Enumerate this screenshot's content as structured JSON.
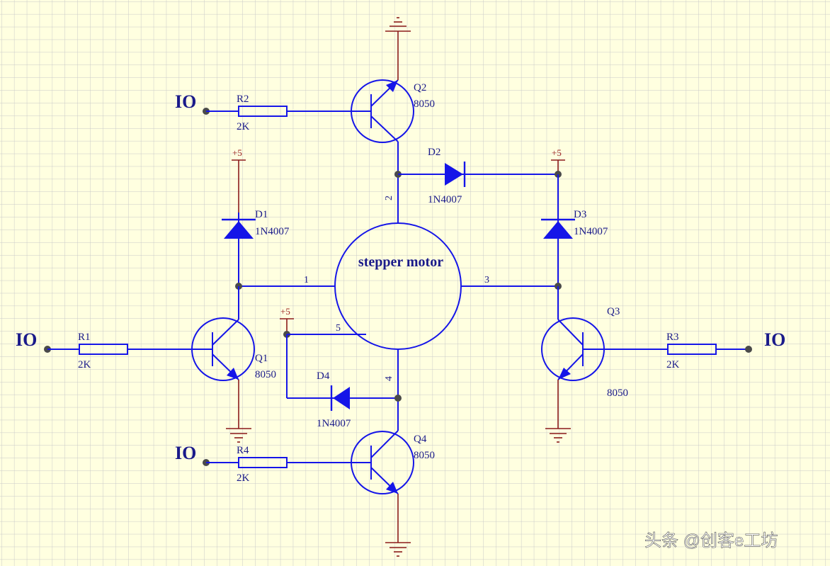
{
  "motor": {
    "label": "stepper motor"
  },
  "transistors": [
    {
      "id": "q1",
      "ref": "Q1",
      "value": "8050"
    },
    {
      "id": "q2",
      "ref": "Q2",
      "value": "8050"
    },
    {
      "id": "q3",
      "ref": "Q3",
      "value": "8050"
    },
    {
      "id": "q4",
      "ref": "Q4",
      "value": "8050"
    }
  ],
  "resistors": [
    {
      "id": "r1",
      "ref": "R1",
      "value": "2K"
    },
    {
      "id": "r2",
      "ref": "R2",
      "value": "2K"
    },
    {
      "id": "r3",
      "ref": "R3",
      "value": "2K"
    },
    {
      "id": "r4",
      "ref": "R4",
      "value": "2K"
    }
  ],
  "diodes": [
    {
      "id": "d1",
      "ref": "D1",
      "value": "1N4007"
    },
    {
      "id": "d2",
      "ref": "D2",
      "value": "1N4007"
    },
    {
      "id": "d3",
      "ref": "D3",
      "value": "1N4007"
    },
    {
      "id": "d4",
      "ref": "D4",
      "value": "1N4007"
    }
  ],
  "io_label": "IO",
  "power_label": "+5",
  "nets": {
    "n1": "1",
    "n2": "2",
    "n3": "3",
    "n4": "4",
    "n5": "5"
  },
  "watermark": "头条 @创客e工坊",
  "colors": {
    "background": "#FFFFE0",
    "grid": "#C9C9C9",
    "wire": "#1515E8",
    "power": "#8B1A1A",
    "label": "#1a1a8a"
  }
}
